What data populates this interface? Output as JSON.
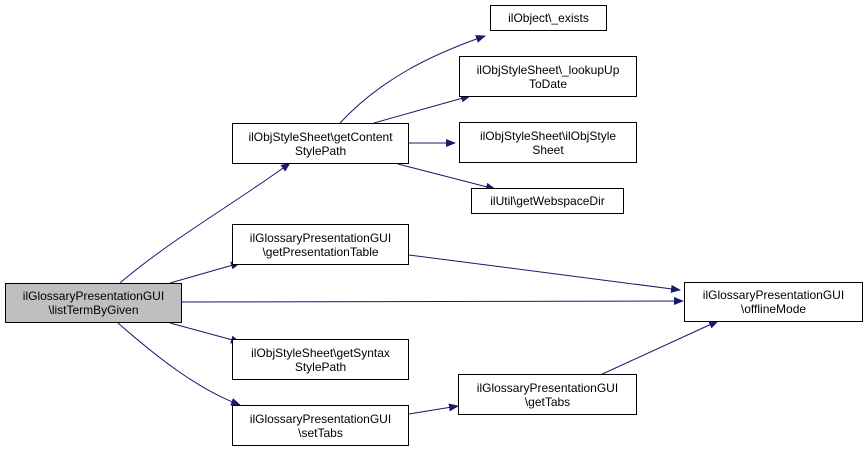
{
  "colors": {
    "edge": "#191970",
    "node_border": "#000000",
    "node_fill": "#ffffff",
    "root_fill": "#bfbfbf"
  },
  "nodes": {
    "root": {
      "line1": "ilGlossaryPresentationGUI",
      "line2": "\\listTermByGiven"
    },
    "get_content_style_path": {
      "line1": "ilObjStyleSheet\\getContent",
      "line2": "StylePath"
    },
    "get_presentation_table": {
      "line1": "ilGlossaryPresentationGUI",
      "line2": "\\getPresentationTable"
    },
    "get_syntax_style_path": {
      "line1": "ilObjStyleSheet\\getSyntax",
      "line2": "StylePath"
    },
    "set_tabs": {
      "line1": "ilGlossaryPresentationGUI",
      "line2": "\\setTabs"
    },
    "object_exists": {
      "line1": "ilObject\\_exists",
      "line2": ""
    },
    "lookup_up_to_date": {
      "line1": "ilObjStyleSheet\\_lookupUp",
      "line2": "ToDate"
    },
    "obj_style_sheet_ctor": {
      "line1": "ilObjStyleSheet\\ilObjStyle",
      "line2": "Sheet"
    },
    "get_webspace_dir": {
      "line1": "ilUtil\\getWebspaceDir",
      "line2": ""
    },
    "get_tabs": {
      "line1": "ilGlossaryPresentationGUI",
      "line2": "\\getTabs"
    },
    "offline_mode": {
      "line1": "ilGlossaryPresentationGUI",
      "line2": "\\offlineMode"
    }
  }
}
